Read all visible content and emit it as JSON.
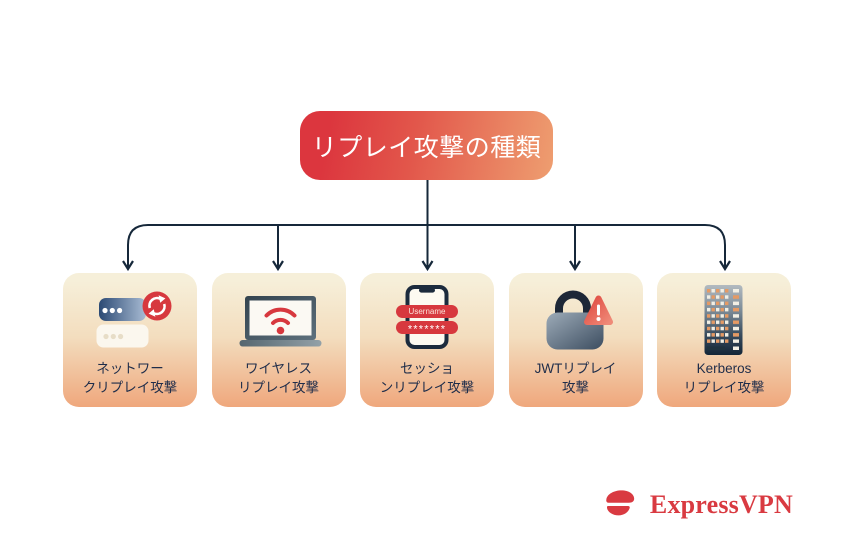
{
  "title": "リプレイ攻撃の種類",
  "cards": [
    {
      "icon": "router-sync-icon",
      "line1": "ネットワー",
      "line2": "クリプレイ攻撃"
    },
    {
      "icon": "laptop-wifi-icon",
      "line1": "ワイヤレス",
      "line2": "リプレイ攻撃"
    },
    {
      "icon": "phone-credentials-icon",
      "line1": "セッショ",
      "line2": "ンリプレイ攻撃",
      "username_label": "Username",
      "password_mask": "*******"
    },
    {
      "icon": "lock-warning-icon",
      "line1": "JWTリプレイ",
      "line2": "攻撃"
    },
    {
      "icon": "server-rack-icon",
      "line1": "Kerberos",
      "line2": "リプレイ攻撃"
    }
  ],
  "logo": {
    "brand": "ExpressVPN"
  },
  "colors": {
    "background": "#ffffff",
    "title_gradient_start": "#dc363e",
    "title_gradient_end": "#ee9e70",
    "card_gradient_top": "#f6efd9",
    "card_gradient_bottom": "#efa77c",
    "connector_navy": "#16283a",
    "label_navy": "#1f2d4a",
    "accent_red": "#d7383e",
    "brand_red": "#d93a41"
  }
}
